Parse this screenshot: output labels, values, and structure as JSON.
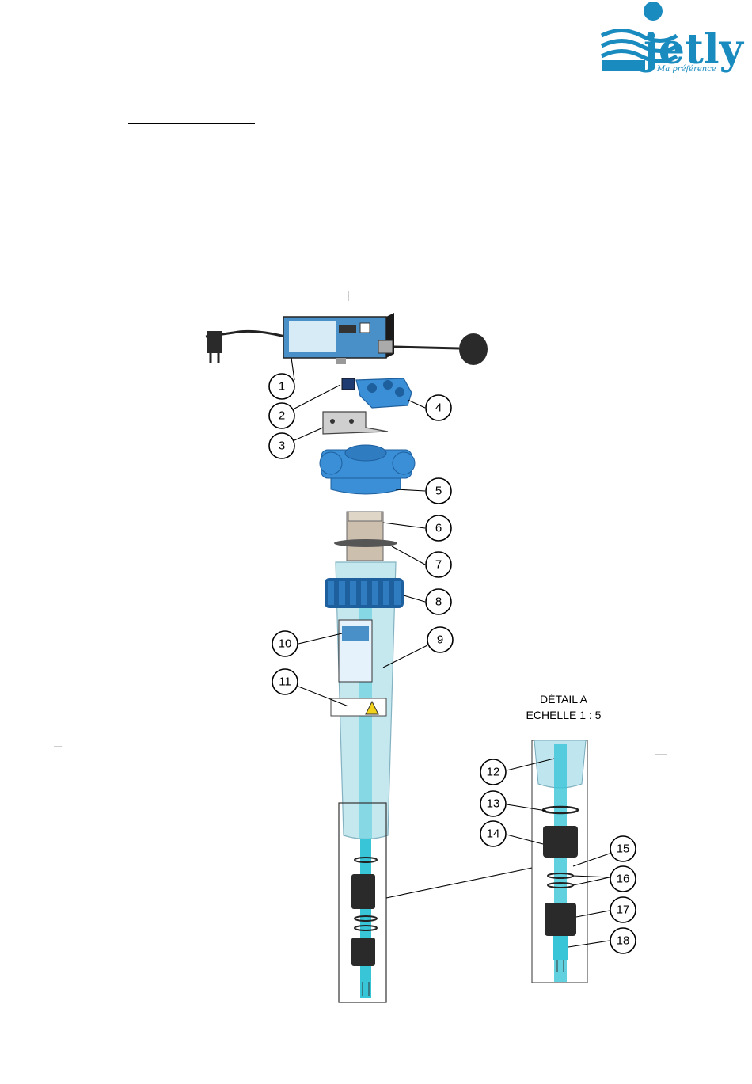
{
  "logo": {
    "brand": "jetly",
    "tagline": "Ma préférence",
    "color": "#1a8bbf"
  },
  "detail": {
    "title": "DÉTAIL A",
    "scale": "ECHELLE 1 : 5"
  },
  "callouts": [
    "1",
    "2",
    "3",
    "4",
    "5",
    "6",
    "7",
    "8",
    "9",
    "10",
    "11",
    "12",
    "13",
    "14",
    "15",
    "16",
    "17",
    "18"
  ],
  "colors": {
    "blue": "#3a8fd6",
    "dark_blue": "#1e5f9e",
    "tube": "#bfe6ee",
    "cyan": "#39c5d8",
    "black": "#222222",
    "gray": "#b8b8b8"
  }
}
